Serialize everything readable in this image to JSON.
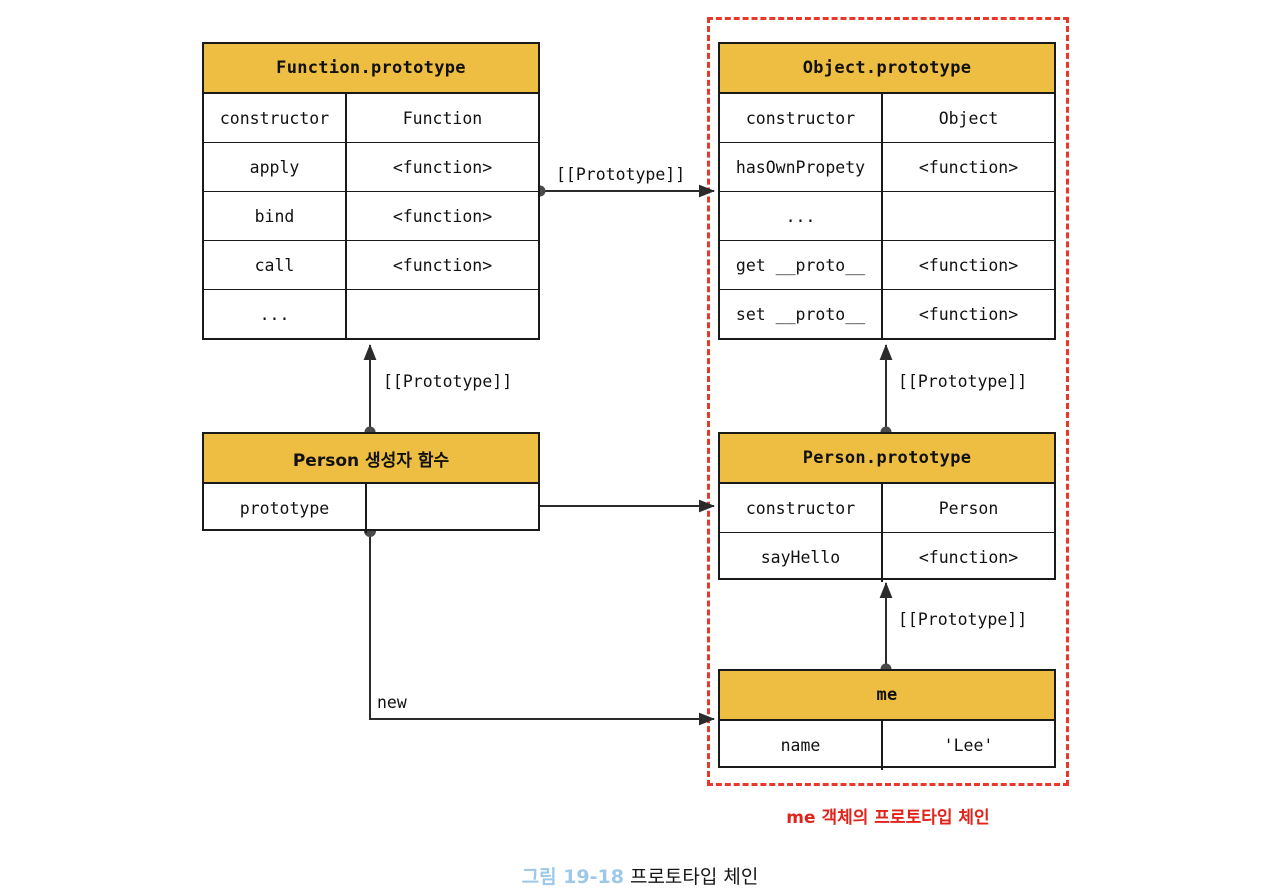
{
  "figure": {
    "number": "그림 19-18",
    "title": "프로토타입 체인"
  },
  "colors": {
    "header_fill": "#EDBE42",
    "box_stroke": "#1a1a1a",
    "chain_red": "#E8382B",
    "caption_blue": "#9EC8E8"
  },
  "boxes": {
    "function_prototype": {
      "title": "Function.prototype",
      "rows": [
        {
          "key": "constructor",
          "value": "Function"
        },
        {
          "key": "apply",
          "value": "<function>"
        },
        {
          "key": "bind",
          "value": "<function>"
        },
        {
          "key": "call",
          "value": "<function>"
        },
        {
          "key": "...",
          "value": ""
        }
      ]
    },
    "object_prototype": {
      "title": "Object.prototype",
      "rows": [
        {
          "key": "constructor",
          "value": "Object"
        },
        {
          "key": "hasOwnPropety",
          "value": "<function>"
        },
        {
          "key": "...",
          "value": ""
        },
        {
          "key": "get __proto__",
          "value": "<function>"
        },
        {
          "key": "set __proto__",
          "value": "<function>"
        }
      ]
    },
    "person_constructor": {
      "title": "Person 생성자 함수",
      "rows": [
        {
          "key": "prototype",
          "value": ""
        }
      ]
    },
    "person_prototype": {
      "title": "Person.prototype",
      "rows": [
        {
          "key": "constructor",
          "value": "Person"
        },
        {
          "key": "sayHello",
          "value": "<function>"
        }
      ]
    },
    "me_object": {
      "title": "me",
      "rows": [
        {
          "key": "name",
          "value": "'Lee'"
        }
      ]
    }
  },
  "edges": {
    "fnproto_to_objproto": "[[Prototype]]",
    "person_to_fnproto": "[[Prototype]]",
    "personproto_to_objproto": "[[Prototype]]",
    "me_to_personproto": "[[Prototype]]",
    "person_new_me": "new",
    "person_prototype_link": ""
  },
  "chain_region": {
    "caption": "me 객체의 프로토타입 체인"
  }
}
